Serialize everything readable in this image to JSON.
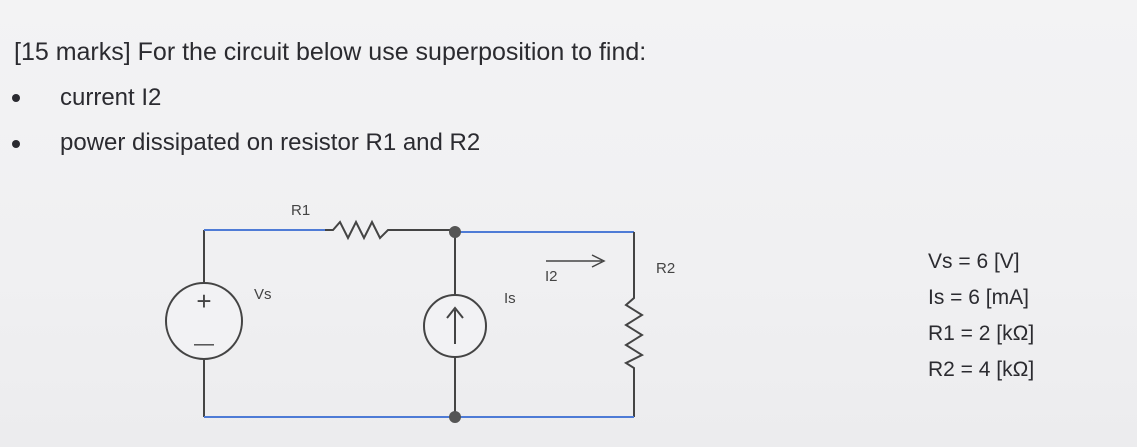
{
  "problem": {
    "title": "[15 marks] For the circuit below use superposition to find:",
    "tasks": [
      "current I2",
      "power dissipated on resistor R1 and R2"
    ]
  },
  "circuit": {
    "labels": {
      "r1": "R1",
      "r2": "R2",
      "vs": "Vs",
      "is": "Is",
      "i2": "I2",
      "plus": "+",
      "minus": "—"
    },
    "colors": {
      "wire_blue": "#4e7bd6",
      "wire_dark": "#444444",
      "node": "#555555"
    }
  },
  "given": [
    "Vs = 6 [V]",
    "Is = 6 [mA]",
    "R1 = 2 [kΩ]",
    "R2 = 4 [kΩ]"
  ]
}
